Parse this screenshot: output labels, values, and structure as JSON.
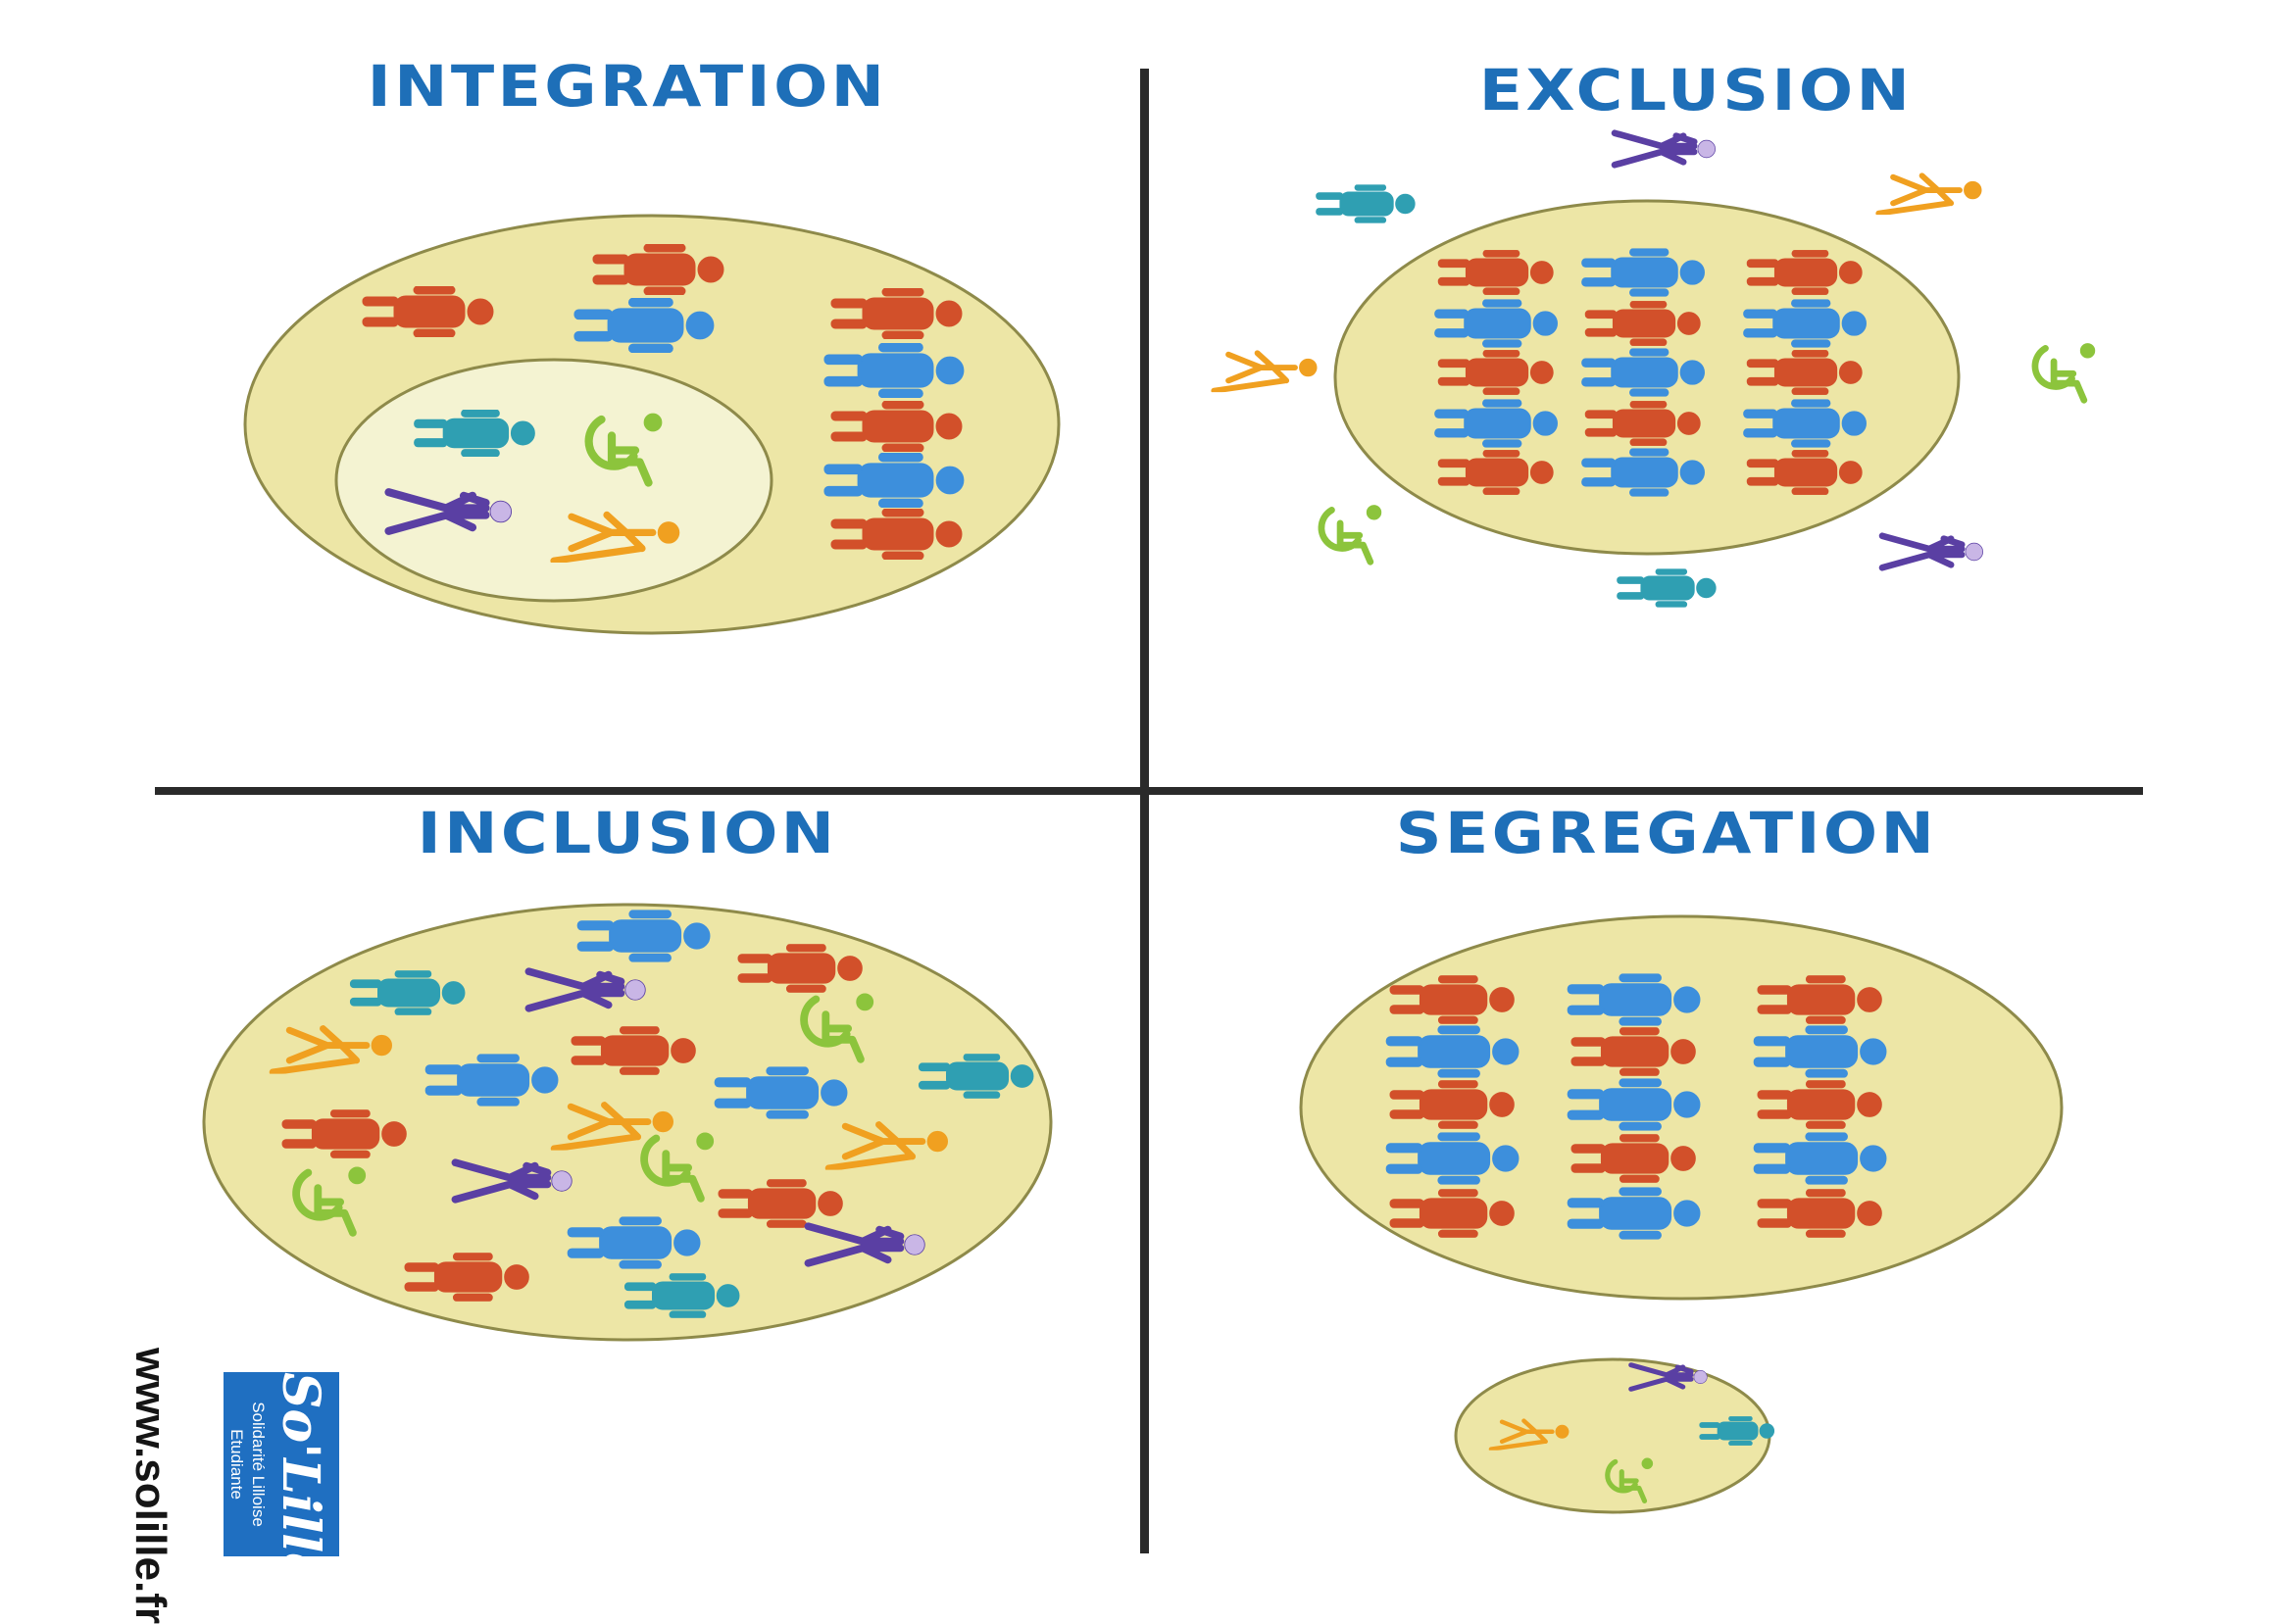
{
  "quadrants": {
    "integration": {
      "title": "INTEGRATION"
    },
    "exclusion": {
      "title": "EXCLUSION"
    },
    "inclusion": {
      "title": "INCLUSION"
    },
    "segregation": {
      "title": "SEGREGATION"
    }
  },
  "colors": {
    "title": "#1e6fb8",
    "circle_fill": "#ede6a6",
    "circle_edge": "#8e8a4a",
    "inner_circle_fill": "#f4f3d2",
    "red_person": "#d2502a",
    "blue_person": "#3d8fdc",
    "teal_person": "#2f9fb2",
    "purple_person": "#5a3fa3",
    "orange_person": "#f0a020",
    "green_wheelchair": "#8cc43c",
    "logo_bg": "#1f6fc1"
  },
  "figure_types": [
    "red-person-icon",
    "blue-person-icon",
    "teal-person-icon",
    "purple-crawling-person-icon",
    "orange-cane-person-icon",
    "green-wheelchair-icon"
  ],
  "logo": {
    "name": "So'Lille",
    "tagline": "Solidarité Lilloise Etudiante"
  },
  "website": "www.solille.fr"
}
